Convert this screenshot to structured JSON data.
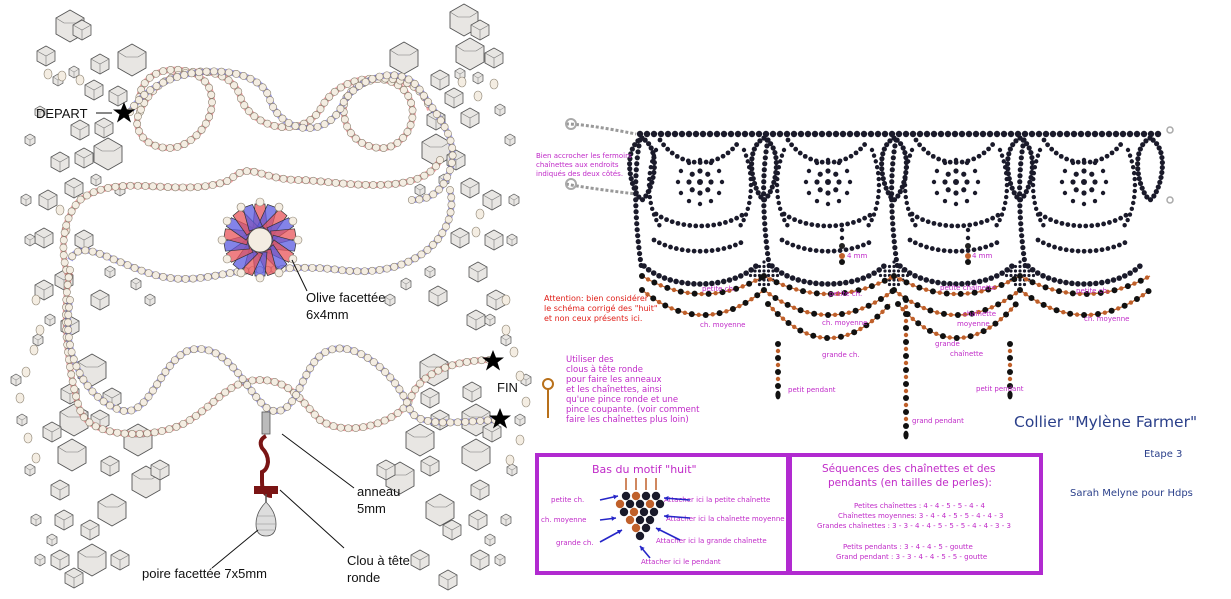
{
  "left": {
    "depart": "DEPART",
    "fin": "FIN",
    "olive": "Olive facettée",
    "olive_size": "6x4mm",
    "anneau": "anneau",
    "anneau_size": "5mm",
    "clou": "Clou à tête",
    "clou2": "ronde",
    "poire": "poire facettée 7x5mm"
  },
  "right": {
    "note_fermoir": [
      "Bien accrocher les fermoirs",
      "chaînettes aux endroits",
      "indiqués des deux côtés."
    ],
    "attention": [
      "Attention: bien considérer",
      "le schéma corrigé des \"huit\"",
      "et non ceux présents ici."
    ],
    "clous": [
      "Utiliser des",
      "clous à tête ronde",
      "pour faire les anneaux",
      "et les chaînettes, ainsi",
      "qu'une pince ronde et une",
      "pince coupante. (voir comment",
      "faire les chaînettes plus loin)"
    ],
    "labels": {
      "mm4a": "4 mm",
      "mm4b": "4 mm",
      "petite_ch1": "petite ch.",
      "petite_ch2": "petite ch.",
      "petite_chainette": "petite chaînette",
      "petite_ch3": "petite ch.",
      "ch_moyenne1": "ch. moyenne",
      "ch_moyenne2": "ch. moyenne",
      "chainette": "chaînette",
      "moyenne": "moyenne",
      "ch_moyenne3": "ch. moyenne",
      "grande_ch": "grande ch.",
      "grande": "grande",
      "chainette2": "chaînette",
      "petit_pendant1": "petit pendant",
      "petit_pendant2": "petit pendant",
      "grand_pendant": "grand pendant"
    },
    "title": "Collier \"Mylène Farmer\"",
    "etape": "Etape 3",
    "author": "Sarah Melyne pour Hdps"
  },
  "box1": {
    "title": "Bas du motif \"huit\"",
    "left_labels": [
      "petite ch.",
      "ch. moyenne",
      "grande ch."
    ],
    "right_labels": [
      "Attacher ici la petite chaînette",
      "Attacher ici la chaînette moyenne",
      "Attacher ici la grande chaînette",
      "Attacher ici le pendant"
    ]
  },
  "box2": {
    "title1": "Séquences des chaînettes et des",
    "title2": "pendants (en tailles de perles):",
    "lines": [
      "Petites chaînettes : 4 - 4 - 5 - 5 - 4 - 4",
      "Chaînettes moyennes: 3 - 4 - 4 - 5 - 5 - 4 - 4 - 3",
      "Grandes chaînettes : 3 - 3 - 4 - 4 - 5 - 5 - 5 - 4 - 4 - 3 - 3",
      "",
      "Petits pendants : 3 - 4 - 4 - 5 - goutte",
      "Grand pendant : 3 - 3 - 4 - 4 - 5 - 5 - goutte"
    ]
  },
  "colors": {
    "red": "#e8545a",
    "blue": "#5a5ae0",
    "purple": "#b12ad0",
    "pink": "#c02ac8",
    "bead": "#1a1a2a",
    "copper": "#c0602a"
  }
}
